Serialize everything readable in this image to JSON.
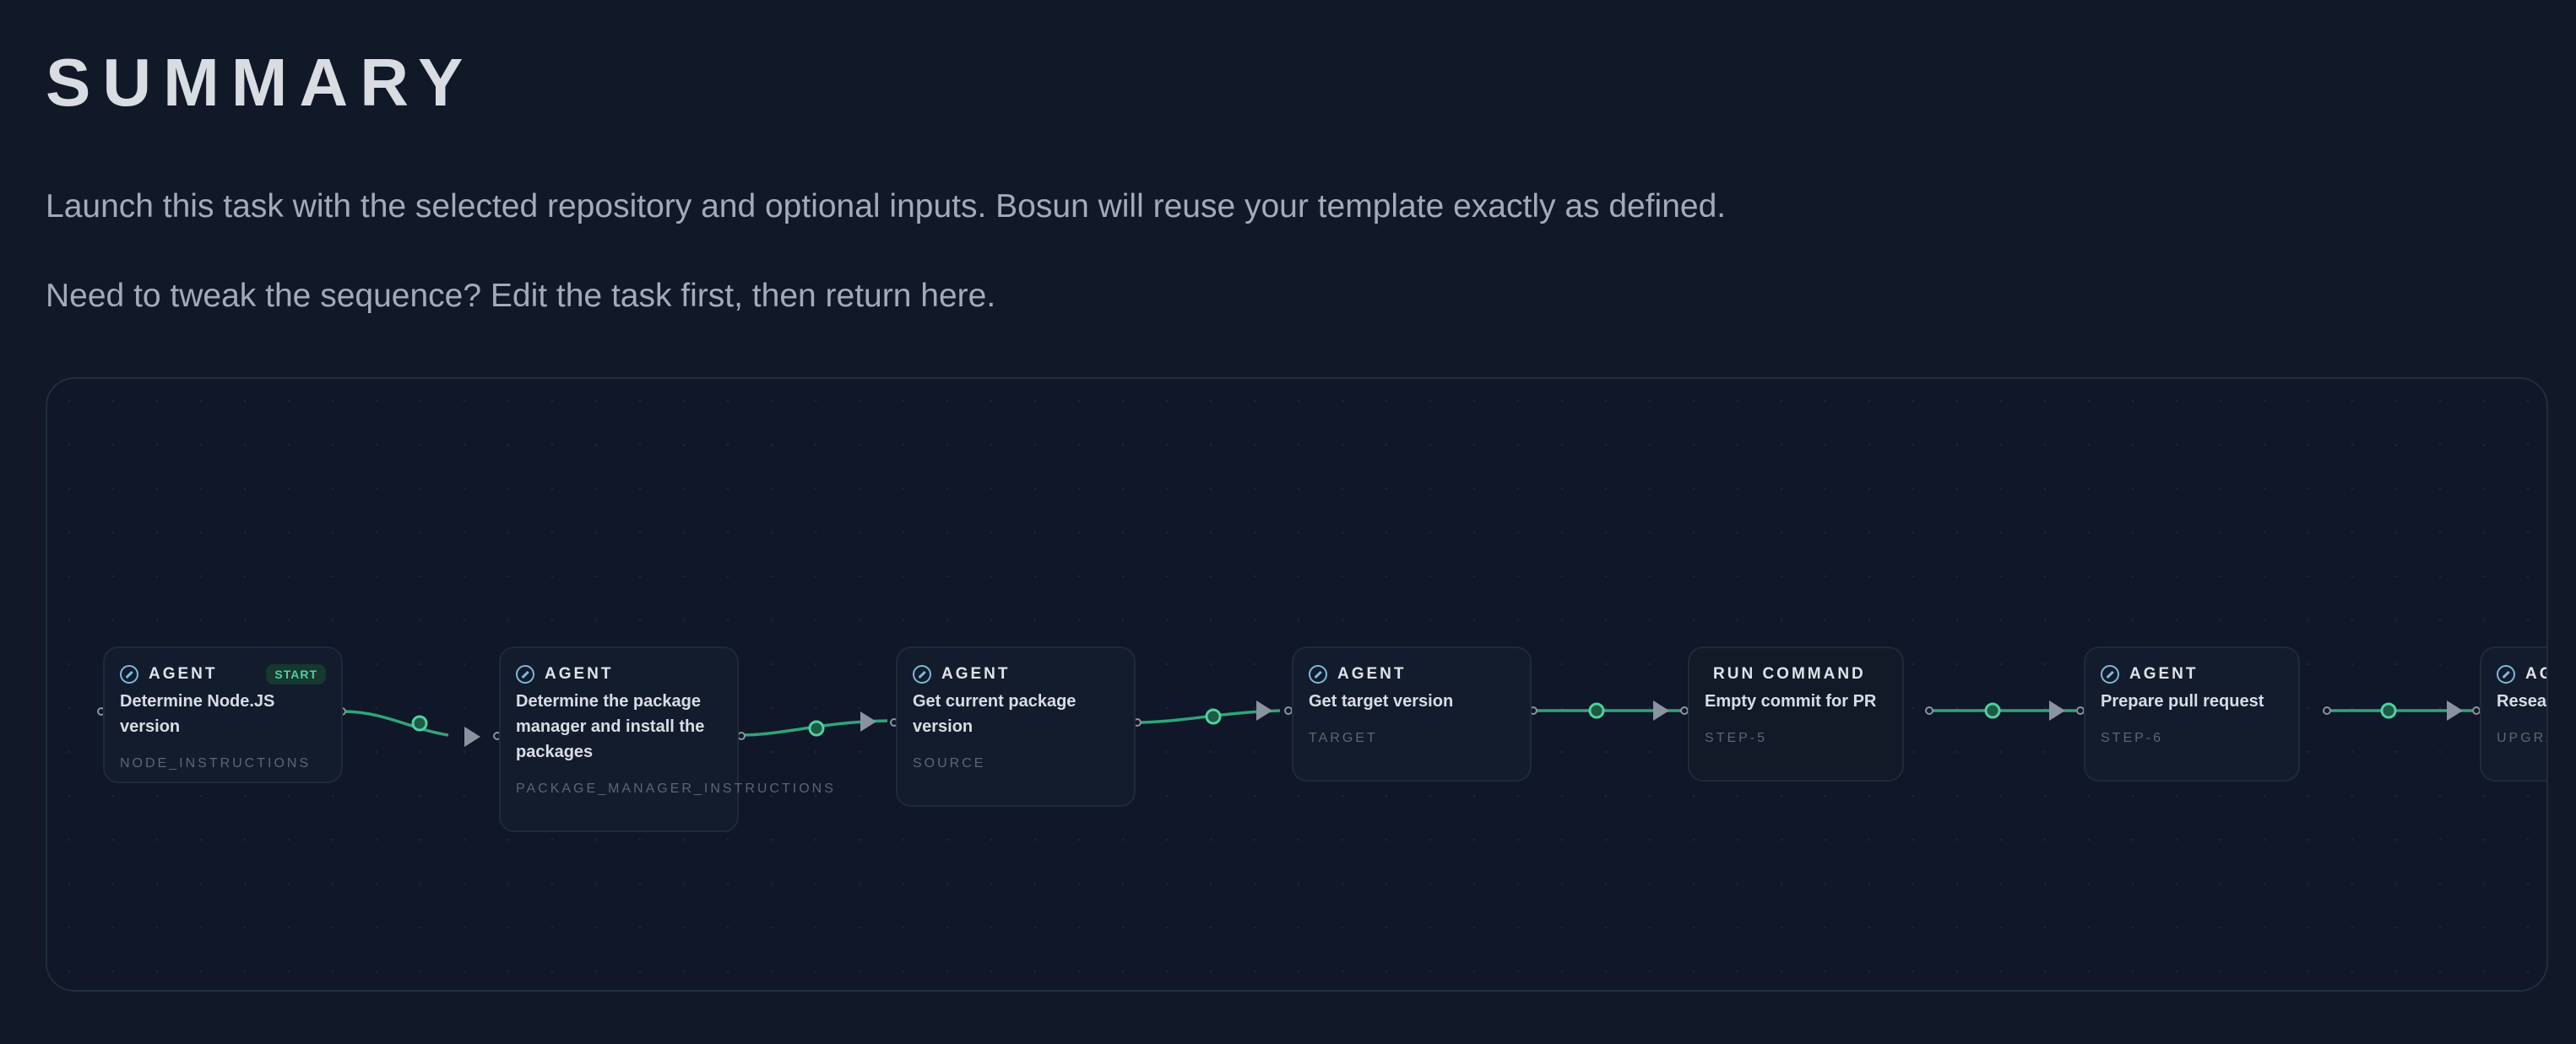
{
  "summary": {
    "heading": "SUMMARY",
    "intro": "Launch this task with the selected repository and optional inputs. Bosun will reuse your template exactly as defined.",
    "edit_hint": "Need to tweak the sequence? Edit the task first, then return here."
  },
  "colors": {
    "background": "#111827",
    "edge": "#2fa57a",
    "node_icon": "#7fb8dc",
    "start_badge": "#4fd0a0"
  },
  "flow": {
    "nodes": [
      {
        "type": "AGENT",
        "icon": "compass-icon",
        "badge": "START",
        "title": "Determine Node.JS version",
        "ref": "NODE_INSTRUCTIONS"
      },
      {
        "type": "AGENT",
        "icon": "compass-icon",
        "title": "Determine the package manager and install the packages",
        "ref": "PACKAGE_MANAGER_INSTRUCTIONS"
      },
      {
        "type": "AGENT",
        "icon": "compass-icon",
        "title": "Get current package version",
        "ref": "SOURCE"
      },
      {
        "type": "AGENT",
        "icon": "compass-icon",
        "title": "Get target version",
        "ref": "TARGET"
      },
      {
        "type": "RUN COMMAND",
        "icon": "",
        "title": "Empty commit for PR",
        "ref": "STEP-5"
      },
      {
        "type": "AGENT",
        "icon": "compass-icon",
        "title": "Prepare pull request",
        "ref": "STEP-6"
      },
      {
        "type": "AGENT",
        "icon": "compass-icon",
        "title": "Research upgrade",
        "ref": "UPGRADE"
      }
    ]
  }
}
